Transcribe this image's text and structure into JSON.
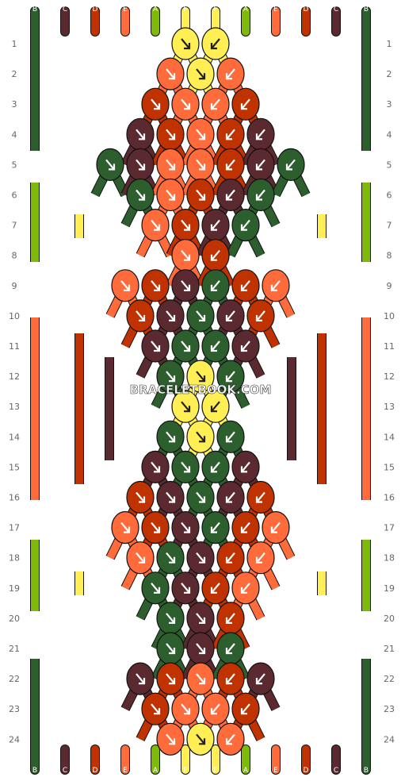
{
  "watermark": "BRACELETBOOK.COM",
  "strand_labels_top": [
    "B",
    "C",
    "D",
    "E",
    "A",
    "F",
    "F",
    "A",
    "E",
    "D",
    "C",
    "B"
  ],
  "strand_labels_bottom": [
    "B",
    "C",
    "D",
    "E",
    "A",
    "F",
    "F",
    "A",
    "E",
    "D",
    "C",
    "B"
  ],
  "row_labels": [
    "1",
    "2",
    "3",
    "4",
    "5",
    "6",
    "7",
    "8",
    "9",
    "10",
    "11",
    "12",
    "13",
    "14",
    "15",
    "16",
    "17",
    "18",
    "19",
    "20",
    "21",
    "22",
    "23",
    "24"
  ],
  "colors": {
    "A": "#7fba0a",
    "B": "#2d5e2e",
    "C": "#5a2a30",
    "D": "#c03200",
    "E": "#ff6b3a",
    "F": "#ffef55"
  },
  "pattern_rows": [
    "FF",
    "EFE",
    "DEED",
    "CDEDC",
    "BCEEDCB",
    "BEDCB",
    "EDCB",
    "ED",
    "EDCBDE",
    "DCBCD",
    "CBBC",
    "BFB",
    "FF",
    "BFB",
    "CBBC",
    "DCBCD",
    "EDCBDE",
    "EBCDE",
    "BCDE",
    "BCD",
    "BCB",
    "CDEDC",
    "DEED",
    "EFE"
  ]
}
